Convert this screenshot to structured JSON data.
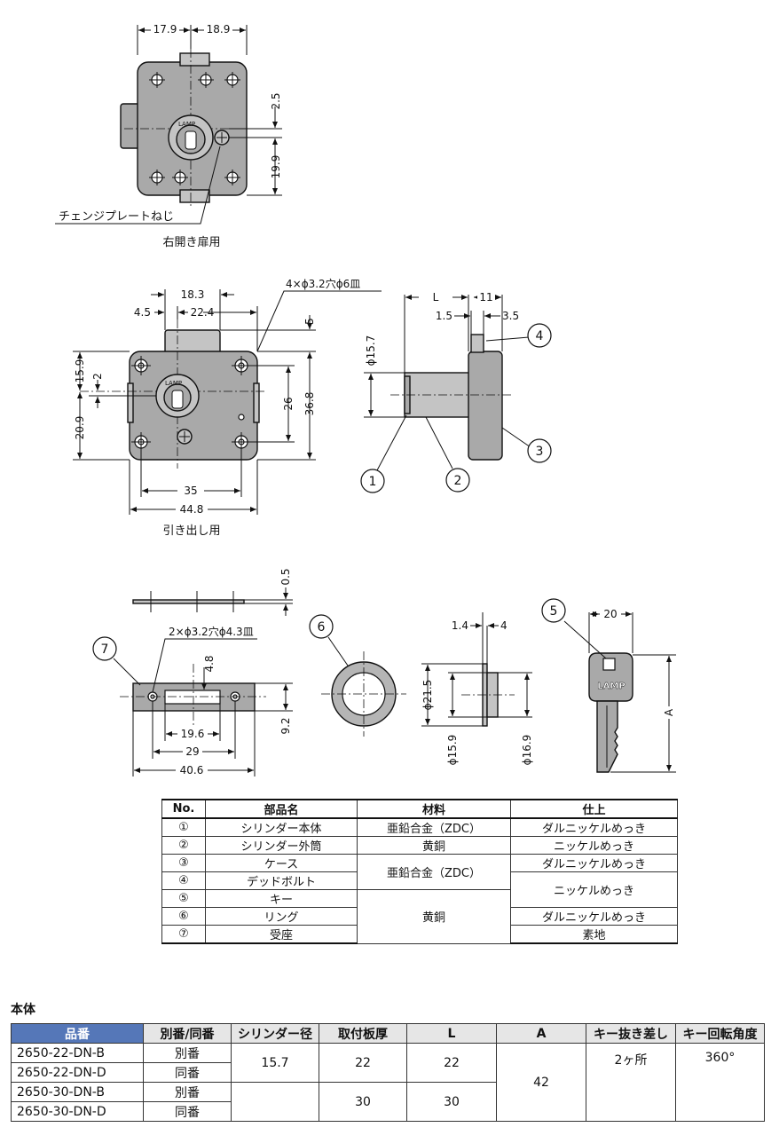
{
  "drawing_labels": {
    "top": {
      "dims": [
        "17.9",
        "18.9",
        "2.5",
        "19.9"
      ],
      "label_screw": "チェンジプレートねじ",
      "caption": "右開き扉用",
      "logo": "LAMP"
    },
    "middle": {
      "dims": [
        "18.3",
        "4.5",
        "22.4",
        "5",
        "15.9",
        "2",
        "20.9",
        "26",
        "36.8",
        "35",
        "44.8"
      ],
      "hole_note": "4×ϕ3.2穴ϕ6皿",
      "caption": "引き出し用",
      "logo": "LAMP"
    },
    "side": {
      "dims": [
        "L",
        "11",
        "1.5",
        "3.5",
        "ϕ15.7"
      ],
      "balloons": [
        "4",
        "3",
        "1",
        "2"
      ]
    },
    "strike": {
      "dims": [
        "0.5",
        "4.8",
        "9.2",
        "19.6",
        "29",
        "40.6"
      ],
      "hole_note": "2×ϕ3.2穴ϕ4.3皿",
      "balloon": "7"
    },
    "ring": {
      "balloon": "6",
      "dims": [
        "1.4",
        "4",
        "ϕ21.5",
        "ϕ15.9",
        "ϕ16.9"
      ]
    },
    "key": {
      "balloon": "5",
      "dims": [
        "20",
        "A"
      ],
      "logo": "LAMP"
    }
  },
  "parts_table": {
    "headers": [
      "No.",
      "部品名",
      "材料",
      "仕上"
    ],
    "rows": [
      {
        "no": "①",
        "name": "シリンダー本体",
        "material": "亜鉛合金（ZDC）",
        "finish": "ダルニッケルめっき"
      },
      {
        "no": "②",
        "name": "シリンダー外筒",
        "material": "黄銅",
        "finish": "ニッケルめっき"
      },
      {
        "no": "③",
        "name": "ケース",
        "material": "亜鉛合金（ZDC）",
        "finish": "ダルニッケルめっき"
      },
      {
        "no": "④",
        "name": "デッドボルト",
        "material": "",
        "finish": "ニッケルめっき"
      },
      {
        "no": "⑤",
        "name": "キー",
        "material": "黄銅",
        "finish": ""
      },
      {
        "no": "⑥",
        "name": "リング",
        "material": "",
        "finish": "ダルニッケルめっき"
      },
      {
        "no": "⑦",
        "name": "受座",
        "material": "",
        "finish": "素地"
      }
    ]
  },
  "spec": {
    "heading": "本体",
    "headers": [
      "品番",
      "別番/同番",
      "シリンダー径",
      "取付板厚",
      "L",
      "A",
      "キー抜き差し",
      "キー回転角度"
    ],
    "part_numbers": [
      "2650-22-DN-B",
      "2650-22-DN-D",
      "2650-30-DN-B",
      "2650-30-DN-D"
    ],
    "key_types": [
      "別番",
      "同番",
      "別番",
      "同番"
    ],
    "cylinder_dia": "15.7",
    "thickness": [
      "22",
      "30"
    ],
    "L": [
      "22",
      "30"
    ],
    "A": "42",
    "key_removal": "2ヶ所",
    "rotation": "360°"
  }
}
